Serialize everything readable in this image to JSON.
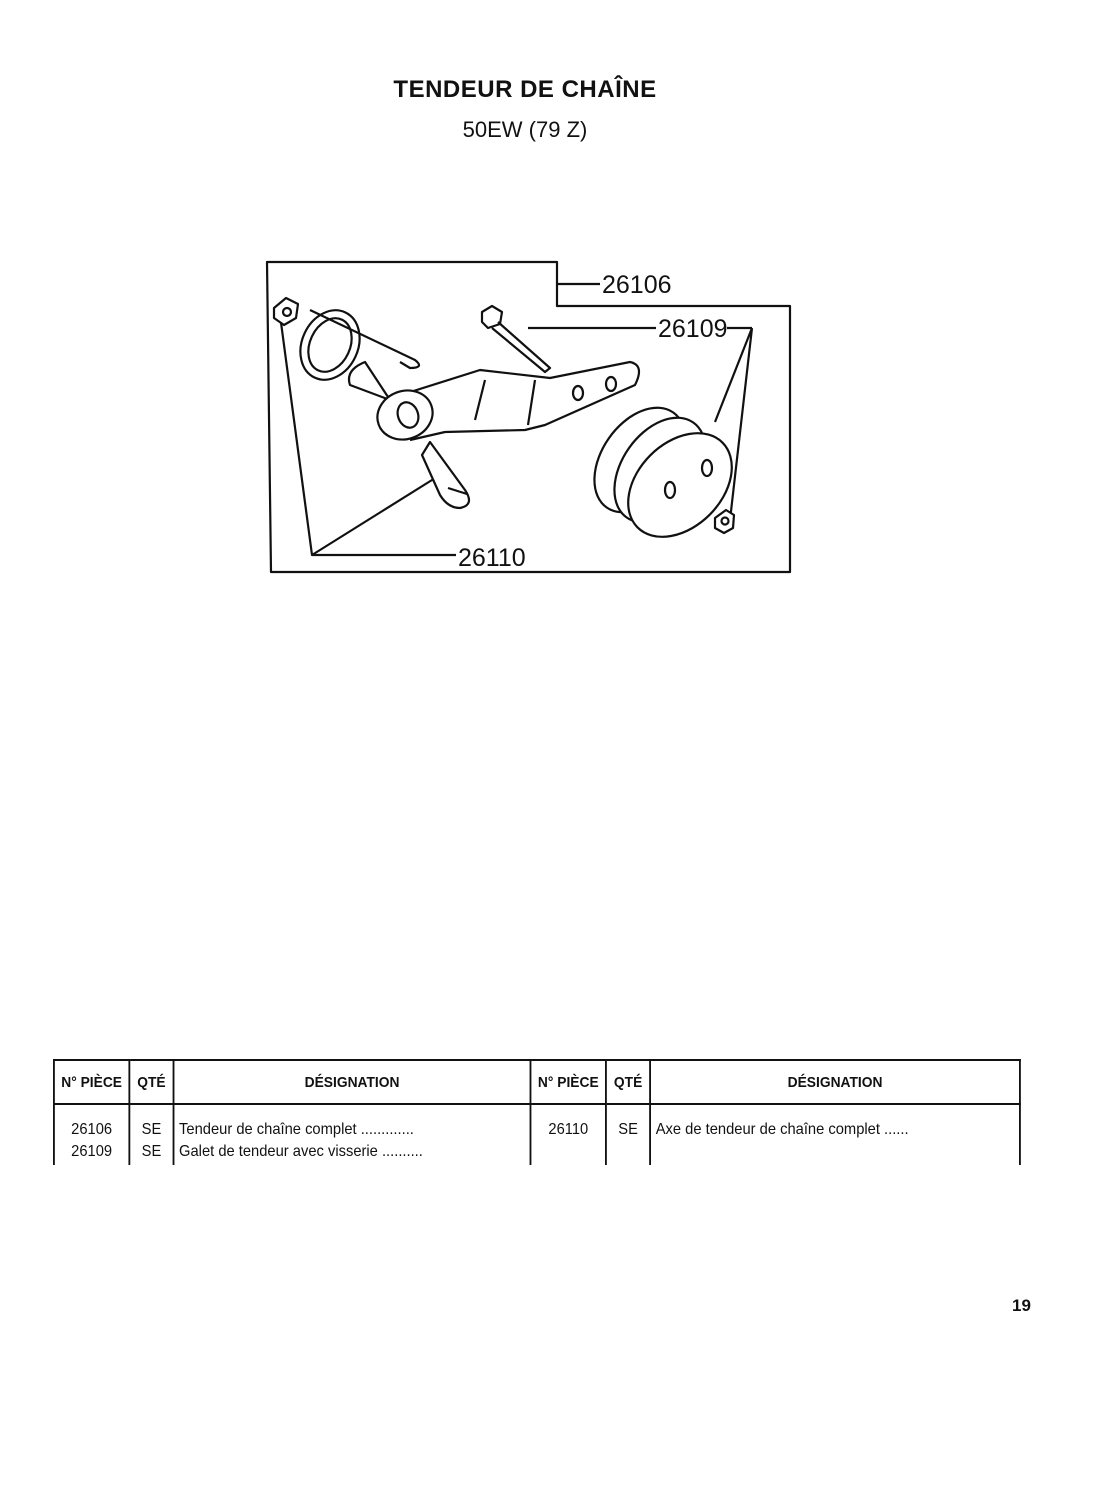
{
  "header": {
    "title": "TENDEUR DE CHAÎNE",
    "subtitle": "50EW (79 Z)"
  },
  "diagram": {
    "callouts": [
      "26106",
      "26109",
      "26110"
    ]
  },
  "table": {
    "headers": {
      "part_no": "N° PIÈCE",
      "qty": "QTÉ",
      "designation": "DÉSIGNATION"
    },
    "left_rows": [
      {
        "part_no": "26106",
        "qty": "SE",
        "designation": "Tendeur de chaîne complet ............."
      },
      {
        "part_no": "26109",
        "qty": "SE",
        "designation": "Galet de tendeur avec visserie .........."
      }
    ],
    "right_rows": [
      {
        "part_no": "26110",
        "qty": "SE",
        "designation": "Axe de tendeur de chaîne complet ......"
      }
    ]
  },
  "footer": {
    "page_number": "19"
  }
}
